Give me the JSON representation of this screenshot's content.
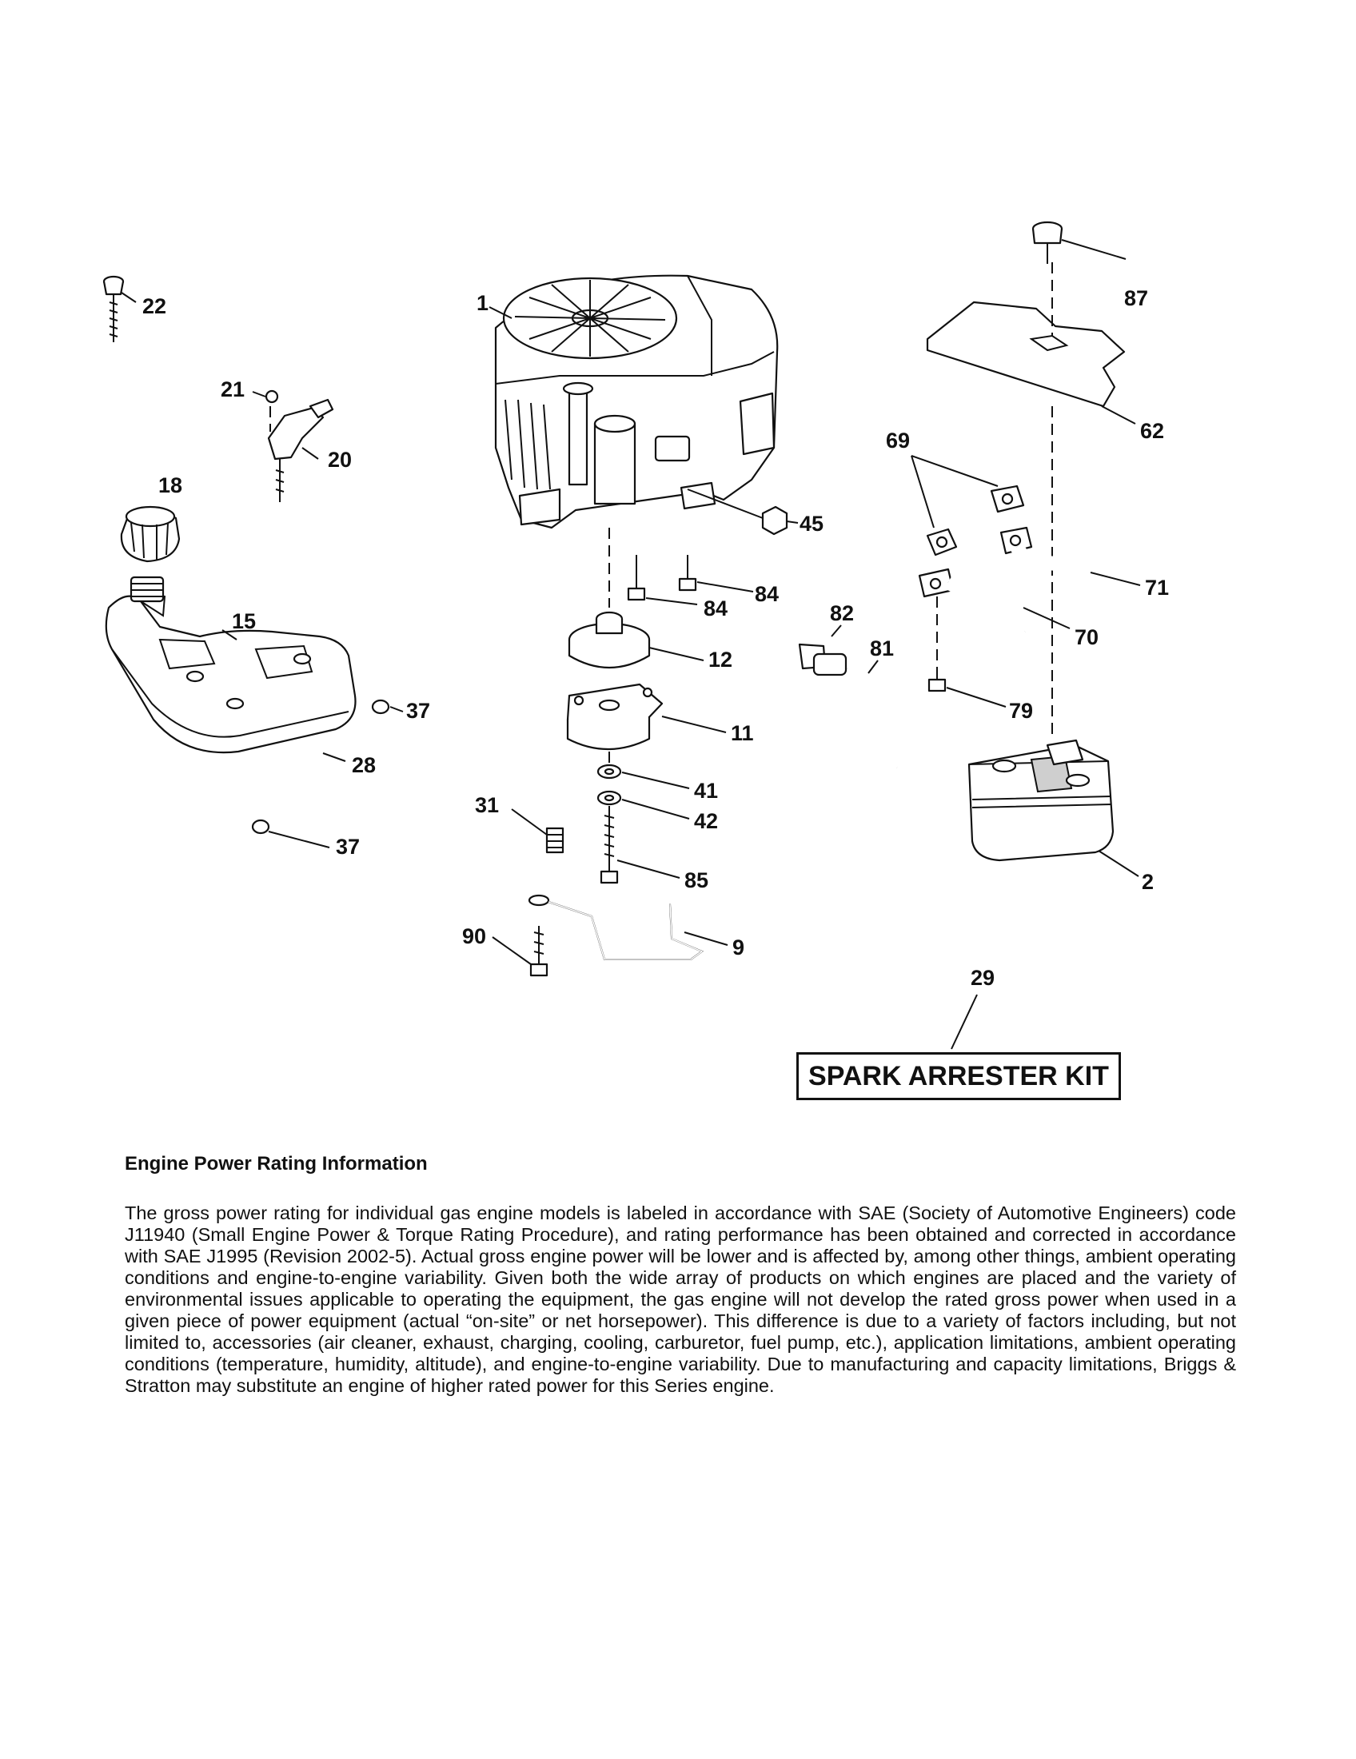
{
  "diagram": {
    "callouts": {
      "c1": "1",
      "c2": "2",
      "c9": "9",
      "c11": "11",
      "c12": "12",
      "c15": "15",
      "c18": "18",
      "c20": "20",
      "c21": "21",
      "c22": "22",
      "c28": "28",
      "c29": "29",
      "c31": "31",
      "c37a": "37",
      "c37b": "37",
      "c41": "41",
      "c42": "42",
      "c45": "45",
      "c62": "62",
      "c69": "69",
      "c70": "70",
      "c71": "71",
      "c79": "79",
      "c81": "81",
      "c82": "82",
      "c84a": "84",
      "c84b": "84",
      "c85": "85",
      "c87": "87",
      "c90": "90"
    },
    "kit_label": "SPARK ARRESTER KIT"
  },
  "info": {
    "heading": "Engine Power Rating Information",
    "body": "The gross power rating for individual gas engine models is labeled in accordance with SAE (Society of Automotive Engineers) code J11940 (Small Engine Power & Torque Rating Procedure), and rating performance has been obtained and corrected in accordance with SAE J1995 (Revision 2002-5). Actual gross engine power will be lower and is affected by, among other things, ambient operating conditions and engine-to-engine variability. Given both the wide array of products on which engines are placed and the variety of environmental issues applicable to operating the equipment, the gas engine will not develop the rated gross power when used in a given piece of power equipment (actual “on-site” or net horsepower). This difference is due to a variety of factors including, but not limited to, accessories (air cleaner, exhaust, charging, cooling, carburetor, fuel pump, etc.), application limitations, ambient operating conditions (temperature, humidity, altitude), and engine-to-engine variability. Due to manufacturing and capacity limitations, Briggs & Stratton may substitute an engine of higher rated power for this Series engine."
  }
}
